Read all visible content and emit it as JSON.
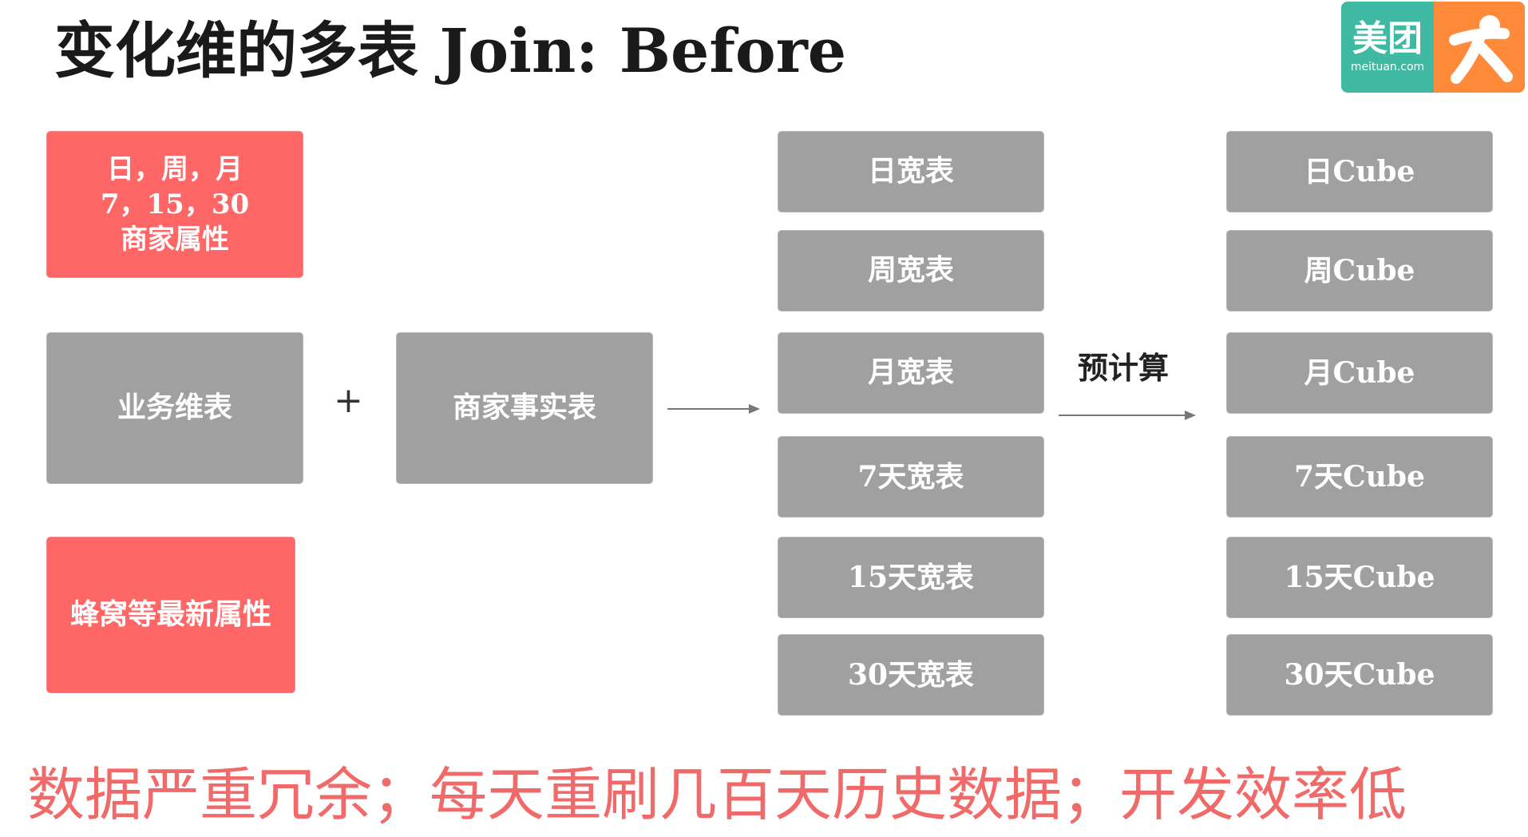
{
  "title": "变化维的多表 Join: Before",
  "logo": {
    "brand_cn": "美团",
    "brand_url": "meituan.com",
    "mascot_icon": "running-person-icon",
    "colors": {
      "left": "#3fb9a2",
      "right": "#ff8a3a"
    }
  },
  "left": {
    "attr_box": {
      "line1": "日，周，月",
      "line2": "7，15，30",
      "line3": "商家属性"
    },
    "dim_table": "业务维表",
    "plus": "+",
    "fact_table": "商家事实表",
    "latest_attr": "蜂窝等最新属性"
  },
  "wide_tables": [
    "日宽表",
    "周宽表",
    "月宽表",
    "7天宽表",
    "15天宽表",
    "30天宽表"
  ],
  "precalc_label": "预计算",
  "cubes": [
    "日Cube",
    "周Cube",
    "月Cube",
    "7天Cube",
    "15天Cube",
    "30天Cube"
  ],
  "footer": "数据严重冗余；每天重刷几百天历史数据；开发效率低",
  "colors": {
    "red_box": "#ff6666",
    "gray_box": "#a0a0a0",
    "footer_text": "#f06a6a"
  }
}
